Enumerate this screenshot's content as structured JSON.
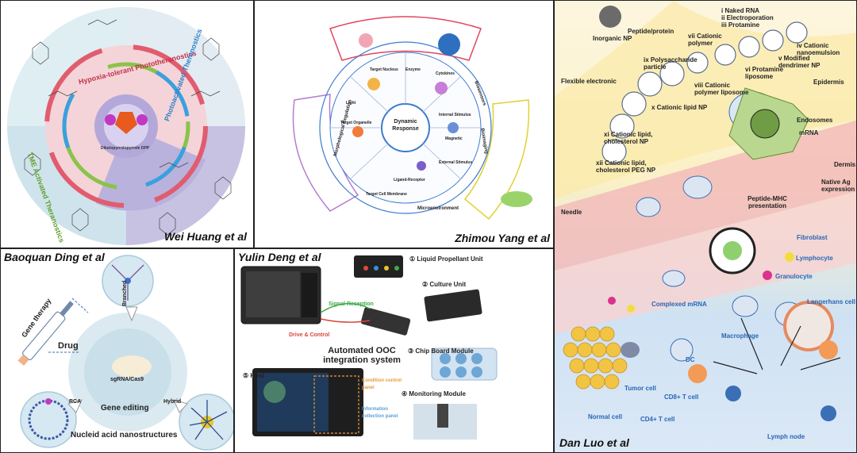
{
  "panel1": {
    "author": "Wei Huang et al",
    "ring_labels": [
      "Hypoxia-tolerant Phototheranostics",
      "TME Activated Theranostics",
      "Photoactivated Theranostics"
    ],
    "center_label": "Diketopyrrolopyrrole DPP",
    "colors": {
      "outer_ring": "#bcd8e6",
      "pink_ring": "#f5c9cf",
      "purple_ring": "#b4aed8",
      "core": "#b3a8d9"
    }
  },
  "panel2": {
    "author": "Zhimou Yang et al",
    "center": "Dynamic Response",
    "inner_labels": [
      "Target Nucleus",
      "Enzyme",
      "Cytokines",
      "Light",
      "Internal Stimulus",
      "Magnetic",
      "Target Organelle",
      "Ligand-Receptor",
      "External Stimulus",
      "Target Cell Membrane"
    ],
    "ring_labels": [
      "Morphological Regulation",
      "Biosensors",
      "Bioimaging",
      "Microenvironment"
    ]
  },
  "panel3": {
    "author": "Dan Luo et al",
    "list": [
      "i Naked RNA",
      "ii Electroporation",
      "iii Protamine"
    ],
    "carriers": [
      "Inorganic NP",
      "Peptide/protein",
      "Flexible electronic",
      "iv Cationic nanoemulsion",
      "v Modified dendrimer NP",
      "vi Protamine liposome",
      "vii Cationic polymer",
      "viii Cationic polymer liposome",
      "ix Polysaccharide particle",
      "x Cationic lipid NP",
      "xi Cationic lipid, cholesterol NP",
      "xii Cationic lipid, cholesterol PEG NP"
    ],
    "tissue": [
      "Epidermis",
      "Endosomes",
      "mRNA",
      "Dermis",
      "Native Ag expression",
      "Peptide-MHC presentation",
      "Needle",
      "Fibroblast",
      "Lymphocyte",
      "Granulocyte",
      "Complexed mRNA",
      "Langerhans cell",
      "Macrophage",
      "DC",
      "Tumor cell",
      "Normal cell",
      "CD8+ T cell",
      "CD4+ T cell",
      "Lymph node"
    ]
  },
  "panel4": {
    "author": "Baoquan Ding et al",
    "labels": [
      "Branched",
      "Gene therapy",
      "Drug",
      "sgRNA/Cas9",
      "RCA",
      "Hybrid",
      "Gene editing",
      "Nucleid acid nanostructures"
    ]
  },
  "panel5": {
    "author": "Yulin Deng et al",
    "units": [
      "① Liquid Propellant Unit",
      "② Culture Unit",
      "③ Chip Board Module",
      "④ Monitoring Module",
      "⑤ Host"
    ],
    "flow": [
      "Signal Reception",
      "Drive & Control"
    ],
    "system": "Automated OOC integration system",
    "panels": [
      "Condition control panel",
      "Information collection panel"
    ]
  }
}
